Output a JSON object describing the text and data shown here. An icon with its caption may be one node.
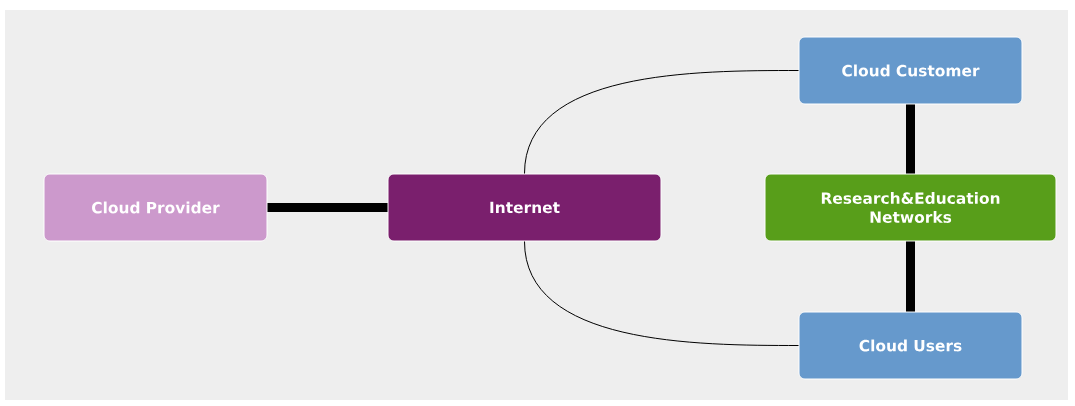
{
  "diagram": {
    "nodes": [
      {
        "text": [
          "Cloud Provider"
        ]
      },
      {
        "text": [
          "Internet"
        ]
      },
      {
        "text": [
          "Cloud Customer"
        ]
      },
      {
        "text": [
          "Research&Education Networks"
        ]
      },
      {
        "text": [
          "Cloud Users"
        ]
      }
    ],
    "edges": [
      {
        "from": 0,
        "to": 1,
        "arrow": "none"
      },
      {
        "from": 1,
        "to": 2,
        "arrow": "none"
      },
      {
        "from": 1,
        "to": 4,
        "arrow": "none"
      },
      {
        "from": 2,
        "to": 3,
        "arrow": "none"
      },
      {
        "from": 3,
        "to": 4,
        "arrow": "none"
      }
    ]
  }
}
